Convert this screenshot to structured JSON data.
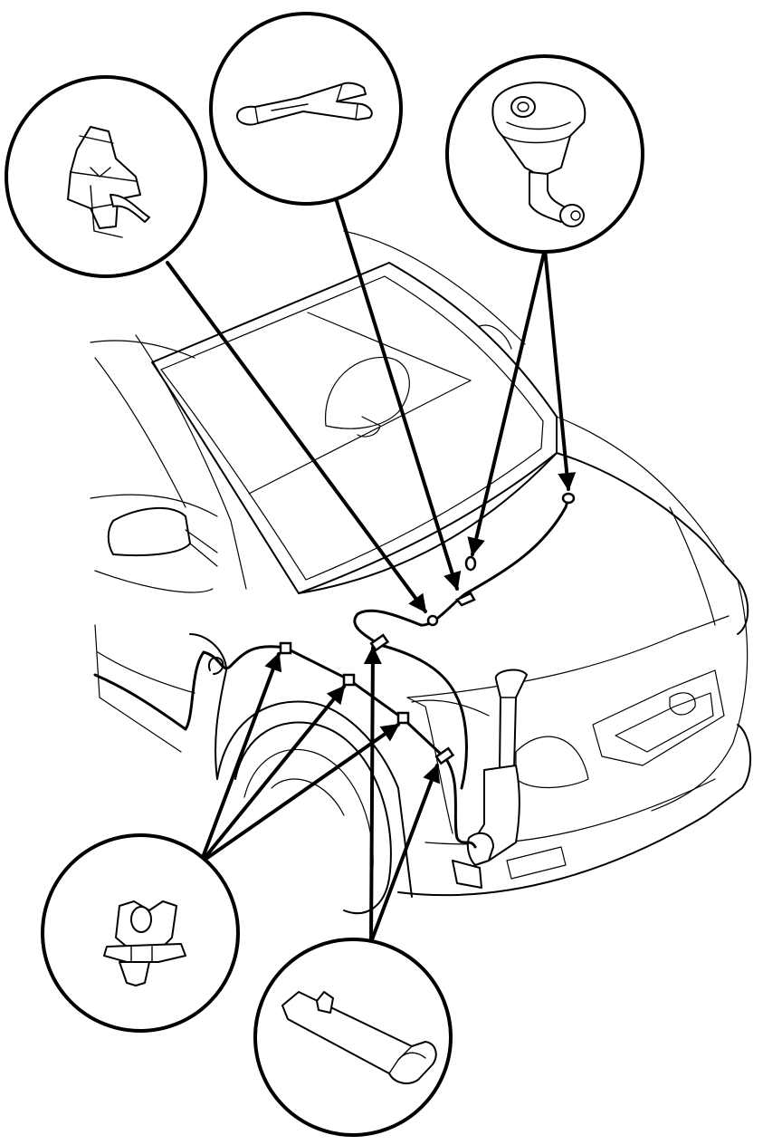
{
  "diagram": {
    "callouts": [
      {
        "id": "hose-clip-top",
        "icon": "hose-clip-icon"
      },
      {
        "id": "hose-joint",
        "icon": "hose-joint-icon"
      },
      {
        "id": "washer-nozzle",
        "icon": "washer-nozzle-icon"
      },
      {
        "id": "hose-clamp-fender",
        "icon": "hose-clamp-icon"
      },
      {
        "id": "hose-holder-bracket",
        "icon": "hose-holder-icon"
      }
    ],
    "colors": {
      "line": "#000000",
      "background": "#ffffff"
    }
  }
}
